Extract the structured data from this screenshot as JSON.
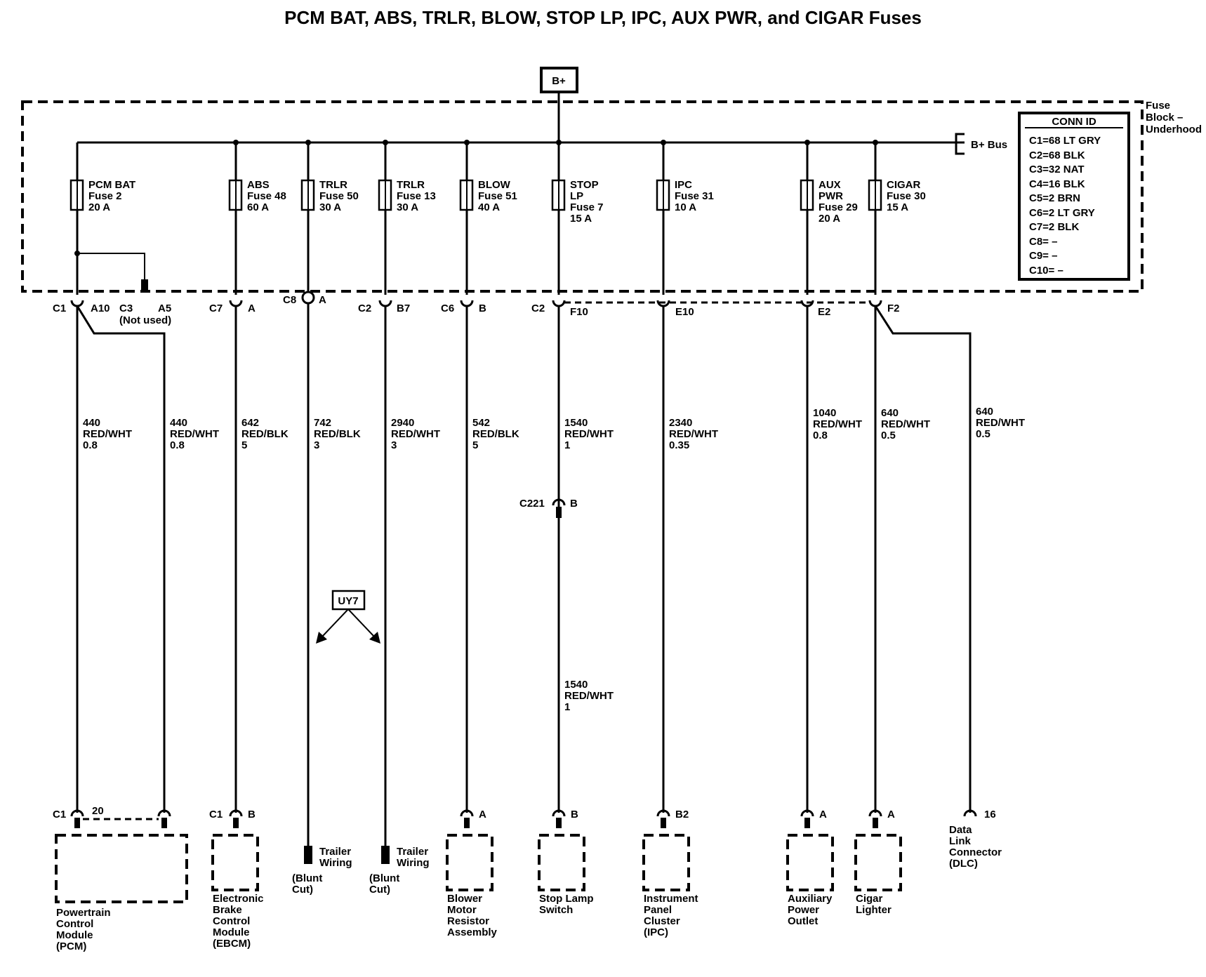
{
  "title": "PCM BAT, ABS, TRLR, BLOW, STOP LP, IPC,  AUX PWR,   and CIGAR Fuses",
  "b_plus": "B+",
  "fuse_block": [
    "Fuse",
    "Block –",
    "Underhood"
  ],
  "b_plus_bus": "B+ Bus",
  "conn_id": {
    "header": "CONN ID",
    "rows": [
      "C1=68 LT GRY",
      "C2=68 BLK",
      "C3=32 NAT",
      "C4=16 BLK",
      "C5=2 BRN",
      "C6=2 LT GRY",
      "C7=2 BLK",
      "C8= –",
      "C9= –",
      "C10= –"
    ]
  },
  "fuses": [
    [
      "PCM BAT",
      "Fuse 2",
      "20 A"
    ],
    [
      "ABS",
      "Fuse 48",
      "60 A"
    ],
    [
      "TRLR",
      "Fuse 50",
      "30 A"
    ],
    [
      "TRLR",
      "Fuse 13",
      "30 A"
    ],
    [
      "BLOW",
      "Fuse 51",
      "40 A"
    ],
    [
      "STOP",
      "LP",
      "Fuse 7",
      "15 A"
    ],
    [
      "IPC",
      "Fuse 31",
      "10 A"
    ],
    [
      "AUX",
      "PWR",
      "Fuse 29",
      "20 A"
    ],
    [
      "CIGAR",
      "Fuse 30",
      "15 A"
    ]
  ],
  "connectors": {
    "c1": "C1",
    "a10": "A10",
    "c3": "C3",
    "a5": "A5",
    "not_used": "(Not used)",
    "c7": "C7",
    "c7_pin": "A",
    "c8": "C8",
    "c8_pin": "A",
    "c2_b7": "C2",
    "b7": "B7",
    "c6": "C6",
    "c6_pin": "B",
    "c2_f10": "C2",
    "f10": "F10",
    "e10": "E10",
    "e2": "E2",
    "f2": "F2",
    "c221": "C221",
    "c221_pin": "B"
  },
  "wires": [
    [
      "440",
      "RED/WHT",
      "0.8"
    ],
    [
      "440",
      "RED/WHT",
      "0.8"
    ],
    [
      "642",
      "RED/BLK",
      "5"
    ],
    [
      "742",
      "RED/BLK",
      "3"
    ],
    [
      "2940",
      "RED/WHT",
      "3"
    ],
    [
      "542",
      "RED/BLK",
      "5"
    ],
    [
      "1540",
      "RED/WHT",
      "1"
    ],
    [
      "2340",
      "RED/WHT",
      "0.35"
    ],
    [
      "1040",
      "RED/WHT",
      "0.8"
    ],
    [
      "640",
      "RED/WHT",
      "0.5"
    ],
    [
      "640",
      "RED/WHT",
      "0.5"
    ],
    [
      "1540",
      "RED/WHT",
      "1"
    ]
  ],
  "option": "UY7",
  "components": {
    "pcm": {
      "conn": "C1",
      "pin": "20",
      "label": [
        "Powertrain",
        "Control",
        "Module",
        "(PCM)"
      ]
    },
    "ebcm": {
      "conn": "C1",
      "pin": "B",
      "label": [
        "Electronic",
        "Brake",
        "Control",
        "Module",
        "(EBCM)"
      ]
    },
    "trailer1": {
      "label": [
        "Trailer",
        "Wiring"
      ],
      "note": [
        "(Blunt",
        "Cut)"
      ]
    },
    "trailer2": {
      "label": [
        "Trailer",
        "Wiring"
      ],
      "note": [
        "(Blunt",
        "Cut)"
      ]
    },
    "blower": {
      "pin": "A",
      "label": [
        "Blower",
        "Motor",
        "Resistor",
        "Assembly"
      ]
    },
    "stop_switch": {
      "pin": "B",
      "label": [
        "Stop Lamp",
        "Switch"
      ]
    },
    "ipc": {
      "pin": "B2",
      "label": [
        "Instrument",
        "Panel",
        "Cluster",
        "(IPC)"
      ]
    },
    "aux_outlet": {
      "pin": "A",
      "label": [
        "Auxiliary",
        "Power",
        "Outlet"
      ]
    },
    "cigar": {
      "pin": "A",
      "label": [
        "Cigar",
        "Lighter"
      ]
    },
    "dlc": {
      "pin": "16",
      "label": [
        "Data",
        "Link",
        "Connector",
        "(DLC)"
      ]
    }
  }
}
